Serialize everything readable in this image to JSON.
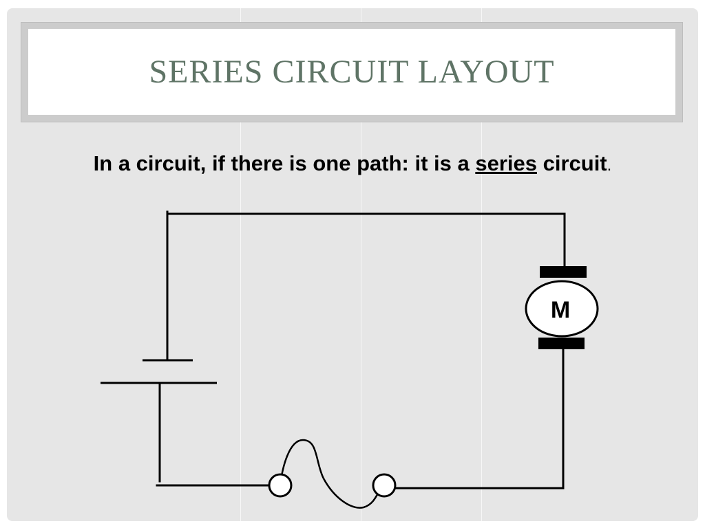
{
  "slide": {
    "title": "Series Circuit Layout",
    "statement": {
      "before": "In a circuit, if there is one path: it is a ",
      "keyword": "series",
      "after": " circuit",
      "end": "."
    }
  },
  "diagram": {
    "components": [
      {
        "name": "battery",
        "label": ""
      },
      {
        "name": "motor",
        "label": "M"
      },
      {
        "name": "fuse",
        "label": ""
      }
    ]
  },
  "colors": {
    "slide_background": "#e6e6e6",
    "title_color": "#5f7466",
    "title_frame": "#cccccc",
    "wire": "#000000"
  }
}
